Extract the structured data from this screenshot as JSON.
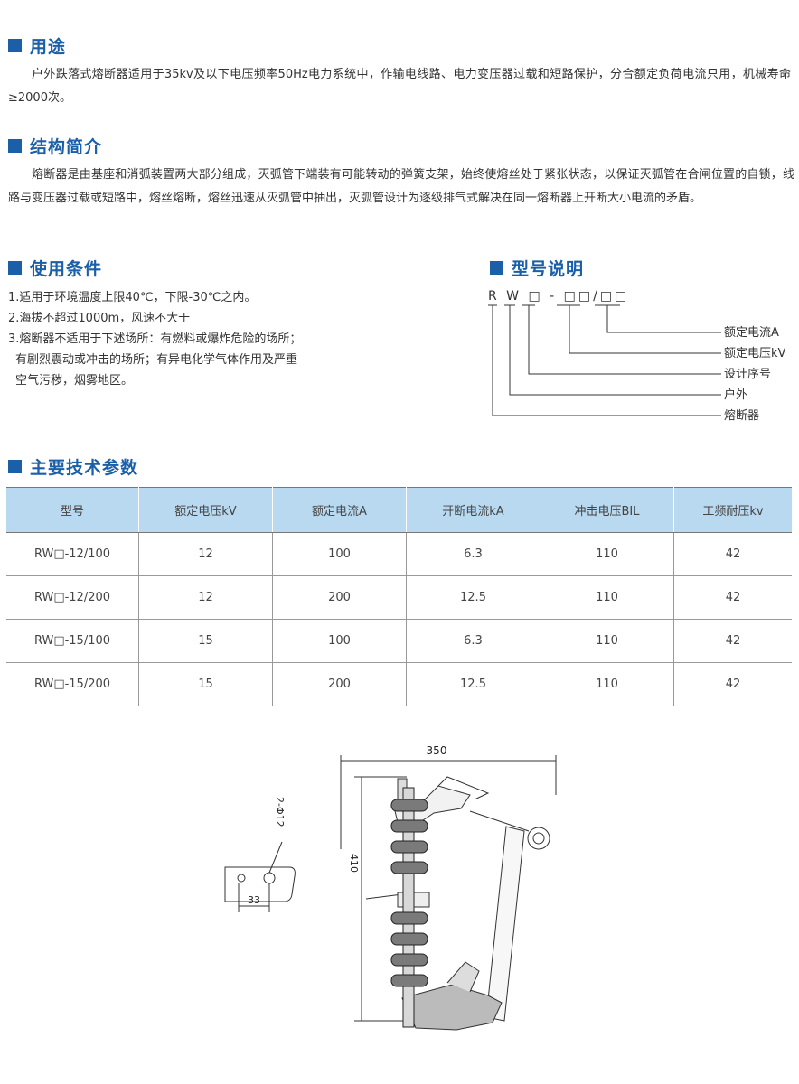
{
  "usage": {
    "title": "用途",
    "text": "户外跌落式熔断器适用于35kv及以下电压频率50Hz电力系统中，作输电线路、电力变压器过载和短路保护，分合额定负荷电流只用，机械寿命≥2000次。"
  },
  "structure": {
    "title": "结构简介",
    "text": "熔断器是由基座和消弧装置两大部分组成，灭弧管下端装有可能转动的弹簧支架，始终使熔丝处于紧张状态，以保证灭弧管在合闸位置的自锁，线路与变压器过载或短路中，熔丝熔断，熔丝迅速从灭弧管中抽出，灭弧管设计为逐级排气式解决在同一熔断器上开断大小电流的矛盾。"
  },
  "conditions": {
    "title": "使用条件",
    "lines": [
      "1.适用于环境温度上限40℃，下限-30℃之内。",
      "2.海拔不超过1000m，风速不大于",
      "3.熔断器不适用于下述场所：有燃料或爆炸危险的场所；",
      "有剧烈震动或冲击的场所；有异电化学气体作用及严重",
      "空气污秽，烟雾地区。"
    ]
  },
  "model_desc": {
    "title": "型号说明",
    "code": "R W □ - □□/□□",
    "labels": [
      "额定电流A",
      "额定电压kV",
      "设计序号",
      "户外",
      "熔断器"
    ]
  },
  "specs": {
    "title": "主要技术参数",
    "headers": [
      "型号",
      "额定电压kV",
      "额定电流A",
      "开断电流kA",
      "冲击电压BIL",
      "工频耐压kv"
    ],
    "rows": [
      [
        "RW□-12/100",
        "12",
        "100",
        "6.3",
        "110",
        "42"
      ],
      [
        "RW□-12/200",
        "12",
        "200",
        "12.5",
        "110",
        "42"
      ],
      [
        "RW□-15/100",
        "15",
        "100",
        "6.3",
        "110",
        "42"
      ],
      [
        "RW□-15/200",
        "15",
        "200",
        "12.5",
        "110",
        "42"
      ]
    ]
  },
  "drawing": {
    "dim_width": "350",
    "dim_height": "410",
    "dim_hole": "2-Φ12",
    "dim_spacing": "33"
  },
  "colors": {
    "accent": "#1a5fa8",
    "table_header": "#b8d9f0"
  }
}
